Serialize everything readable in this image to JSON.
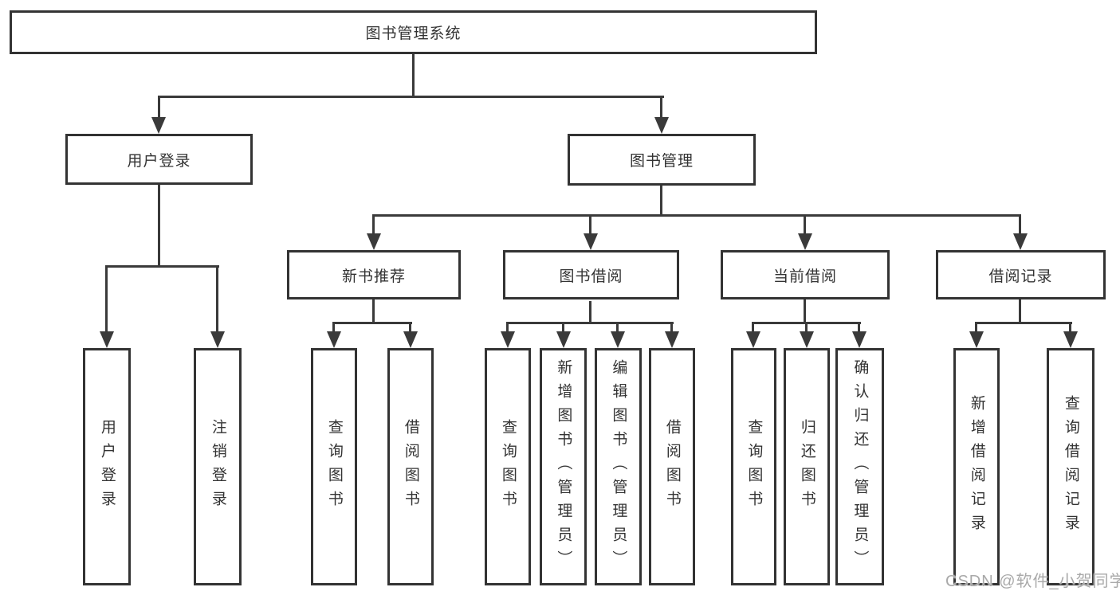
{
  "tree": {
    "root": {
      "label": "图书管理系统",
      "children": [
        {
          "label": "用户登录",
          "children": [
            {
              "label": "用户登录"
            },
            {
              "label": "注销登录"
            }
          ]
        },
        {
          "label": "图书管理",
          "children": [
            {
              "label": "新书推荐",
              "children": [
                {
                  "label": "查询图书"
                },
                {
                  "label": "借阅图书"
                }
              ]
            },
            {
              "label": "图书借阅",
              "children": [
                {
                  "label": "查询图书"
                },
                {
                  "label": "新增图书（管理员）"
                },
                {
                  "label": "编辑图书（管理员）"
                },
                {
                  "label": "借阅图书"
                }
              ]
            },
            {
              "label": "当前借阅",
              "children": [
                {
                  "label": "查询图书"
                },
                {
                  "label": "归还图书"
                },
                {
                  "label": "确认归还（管理员）"
                }
              ]
            },
            {
              "label": "借阅记录",
              "children": [
                {
                  "label": "新增借阅记录"
                },
                {
                  "label": "查询借阅记录"
                }
              ]
            }
          ]
        }
      ]
    }
  },
  "watermark": {
    "text": "CSDN @软件_小贺同学"
  },
  "colors": {
    "line": "#3a3a3a",
    "box_border": "#333333",
    "text": "#333333",
    "background": "#ffffff",
    "watermark": "#a9a9a9"
  }
}
